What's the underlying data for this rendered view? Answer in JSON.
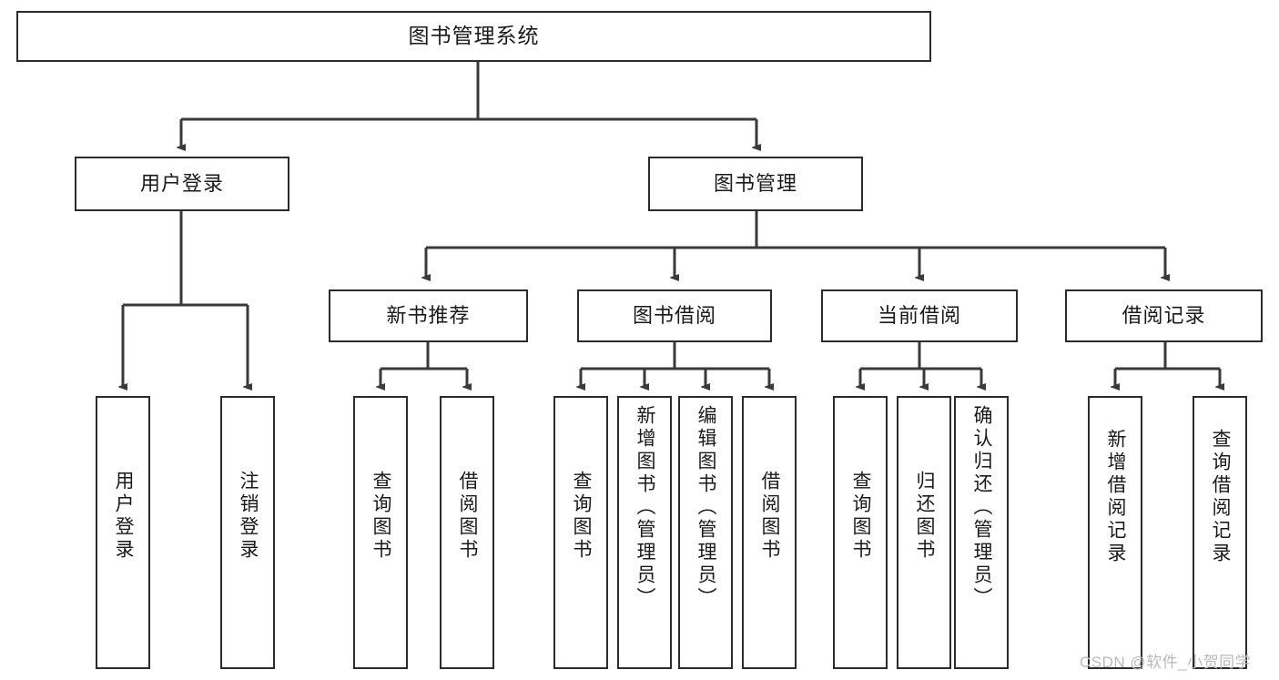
{
  "diagram": {
    "type": "tree",
    "title": "图书管理系统",
    "watermark": "CSDN @软件_小贺同学",
    "colors": {
      "box_border": "#2b2b2b",
      "box_fill": "#ffffff",
      "edge": "#3a3a3a",
      "text": "#1a1a1a",
      "watermark": "#b9b9b9",
      "background": "#ffffff"
    },
    "levels": [
      {
        "level": 1,
        "nodes": [
          {
            "id": "root",
            "label": "图书管理系统",
            "orientation": "horizontal"
          }
        ]
      },
      {
        "level": 2,
        "nodes": [
          {
            "id": "login",
            "label": "用户登录",
            "orientation": "horizontal",
            "parent": "root"
          },
          {
            "id": "bookmgmt",
            "label": "图书管理",
            "orientation": "horizontal",
            "parent": "root"
          }
        ]
      },
      {
        "level": 3,
        "nodes": [
          {
            "id": "newbook",
            "label": "新书推荐",
            "orientation": "horizontal",
            "parent": "bookmgmt"
          },
          {
            "id": "borrow",
            "label": "图书借阅",
            "orientation": "horizontal",
            "parent": "bookmgmt"
          },
          {
            "id": "current",
            "label": "当前借阅",
            "orientation": "horizontal",
            "parent": "bookmgmt"
          },
          {
            "id": "records",
            "label": "借阅记录",
            "orientation": "horizontal",
            "parent": "bookmgmt"
          }
        ]
      },
      {
        "level": 4,
        "nodes": [
          {
            "id": "leaf1",
            "label": "用户登录",
            "orientation": "vertical",
            "parent": "login"
          },
          {
            "id": "leaf2",
            "label": "注销登录",
            "orientation": "vertical",
            "parent": "login"
          },
          {
            "id": "leaf3",
            "label": "查询图书",
            "orientation": "vertical",
            "parent": "newbook"
          },
          {
            "id": "leaf4",
            "label": "借阅图书",
            "orientation": "vertical",
            "parent": "newbook"
          },
          {
            "id": "leaf5",
            "label": "查询图书",
            "orientation": "vertical",
            "parent": "borrow"
          },
          {
            "id": "leaf6",
            "label": "新增图书（管理员）",
            "orientation": "vertical",
            "parent": "borrow"
          },
          {
            "id": "leaf7",
            "label": "编辑图书（管理员）",
            "orientation": "vertical",
            "parent": "borrow"
          },
          {
            "id": "leaf8",
            "label": "借阅图书",
            "orientation": "vertical",
            "parent": "borrow"
          },
          {
            "id": "leaf9",
            "label": "查询图书",
            "orientation": "vertical",
            "parent": "current"
          },
          {
            "id": "leaf10",
            "label": "归还图书",
            "orientation": "vertical",
            "parent": "current"
          },
          {
            "id": "leaf11",
            "label": "确认归还（管理员）",
            "orientation": "vertical",
            "parent": "current"
          },
          {
            "id": "leaf12",
            "label": "新增借阅记录",
            "orientation": "vertical",
            "parent": "records"
          },
          {
            "id": "leaf13",
            "label": "查询借阅记录",
            "orientation": "vertical",
            "parent": "records"
          }
        ]
      }
    ]
  }
}
